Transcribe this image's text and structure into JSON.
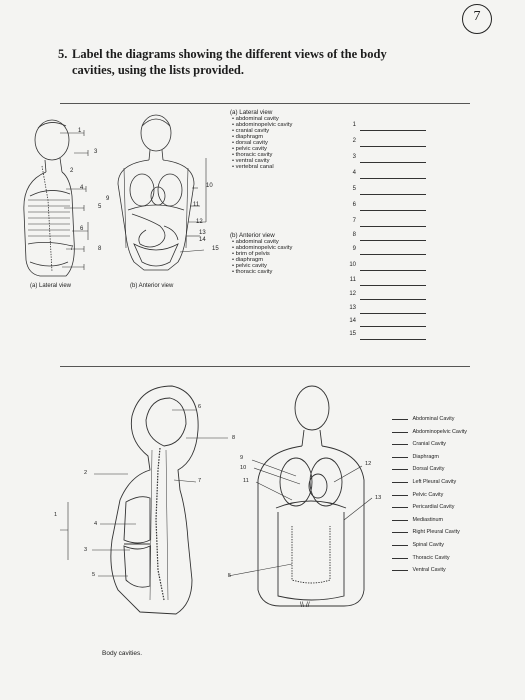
{
  "page_number": "7",
  "question": {
    "number": "5.",
    "text": "Label the diagrams showing the different views of the body cavities, using the lists provided."
  },
  "lateral_list": {
    "title": "(a) Lateral view",
    "items": [
      "abdominal cavity",
      "abdominopelvic cavity",
      "cranial cavity",
      "diaphragm",
      "dorsal cavity",
      "pelvic cavity",
      "thoracic cavity",
      "ventral cavity",
      "vertebral canal"
    ]
  },
  "anterior_list": {
    "title": "(b) Anterior view",
    "items": [
      "abdominal cavity",
      "abdominopelvic cavity",
      "brim of pelvis",
      "diaphragm",
      "pelvic cavity",
      "thoracic cavity"
    ]
  },
  "answer_numbers": [
    "1",
    "2",
    "3",
    "4",
    "5",
    "6",
    "7",
    "8",
    "9",
    "10",
    "11",
    "12",
    "13",
    "14",
    "15"
  ],
  "fig_top": {
    "lateral_caption": "(a) Lateral view",
    "anterior_caption": "(b) Anterior view",
    "labels": [
      "1",
      "2",
      "3",
      "4",
      "5",
      "6",
      "7",
      "8",
      "9",
      "10",
      "11",
      "12",
      "13",
      "14",
      "15"
    ]
  },
  "fig_bottom": {
    "labels": [
      "1",
      "2",
      "3",
      "4",
      "5",
      "6",
      "7",
      "8",
      "9",
      "10",
      "11",
      "12",
      "13"
    ],
    "caption": "Body cavities.",
    "word_bank": [
      "Abdominal Cavity",
      "Abdominopelvic Cavity",
      "Cranial Cavity",
      "Diaphragm",
      "Dorsal Cavity",
      "Left Pleural Cavity",
      "Pelvic Cavity",
      "Pericardial Cavity",
      "Mediastinum",
      "Right Pleural Cavity",
      "Spinal Cavity",
      "Thoracic Cavity",
      "Ventral Cavity"
    ],
    "mark": "\\\\ //"
  }
}
